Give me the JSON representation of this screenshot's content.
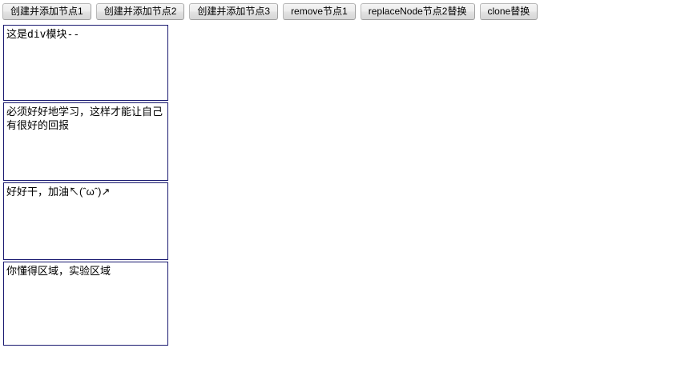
{
  "toolbar": {
    "buttons": [
      {
        "name": "create-append-node-1",
        "label": "创建并添加节点1"
      },
      {
        "name": "create-append-node-2",
        "label": "创建并添加节点2"
      },
      {
        "name": "create-append-node-3",
        "label": "创建并添加节点3"
      },
      {
        "name": "remove-node-1",
        "label": "remove节点1"
      },
      {
        "name": "replace-node-2",
        "label": "replaceNode节点2替换"
      },
      {
        "name": "clone-replace",
        "label": "clone替换"
      }
    ]
  },
  "boxes": [
    {
      "name": "div-module-box",
      "text": "这是div模块--",
      "border_color": "#191970"
    },
    {
      "name": "study-text-box",
      "text": "必须好好地学习，这样才能让自己有很好的回报",
      "border_color": "#191970"
    },
    {
      "name": "encouragement-box",
      "text": "好好干，加油↖(ˆωˆ)↗",
      "border_color": "#191970"
    },
    {
      "name": "experiment-area-box",
      "text": "你懂得区域，实验区域",
      "border_color": "#191970"
    }
  ],
  "page": {
    "background_color": "#ffffff",
    "text_color": "#000000"
  }
}
